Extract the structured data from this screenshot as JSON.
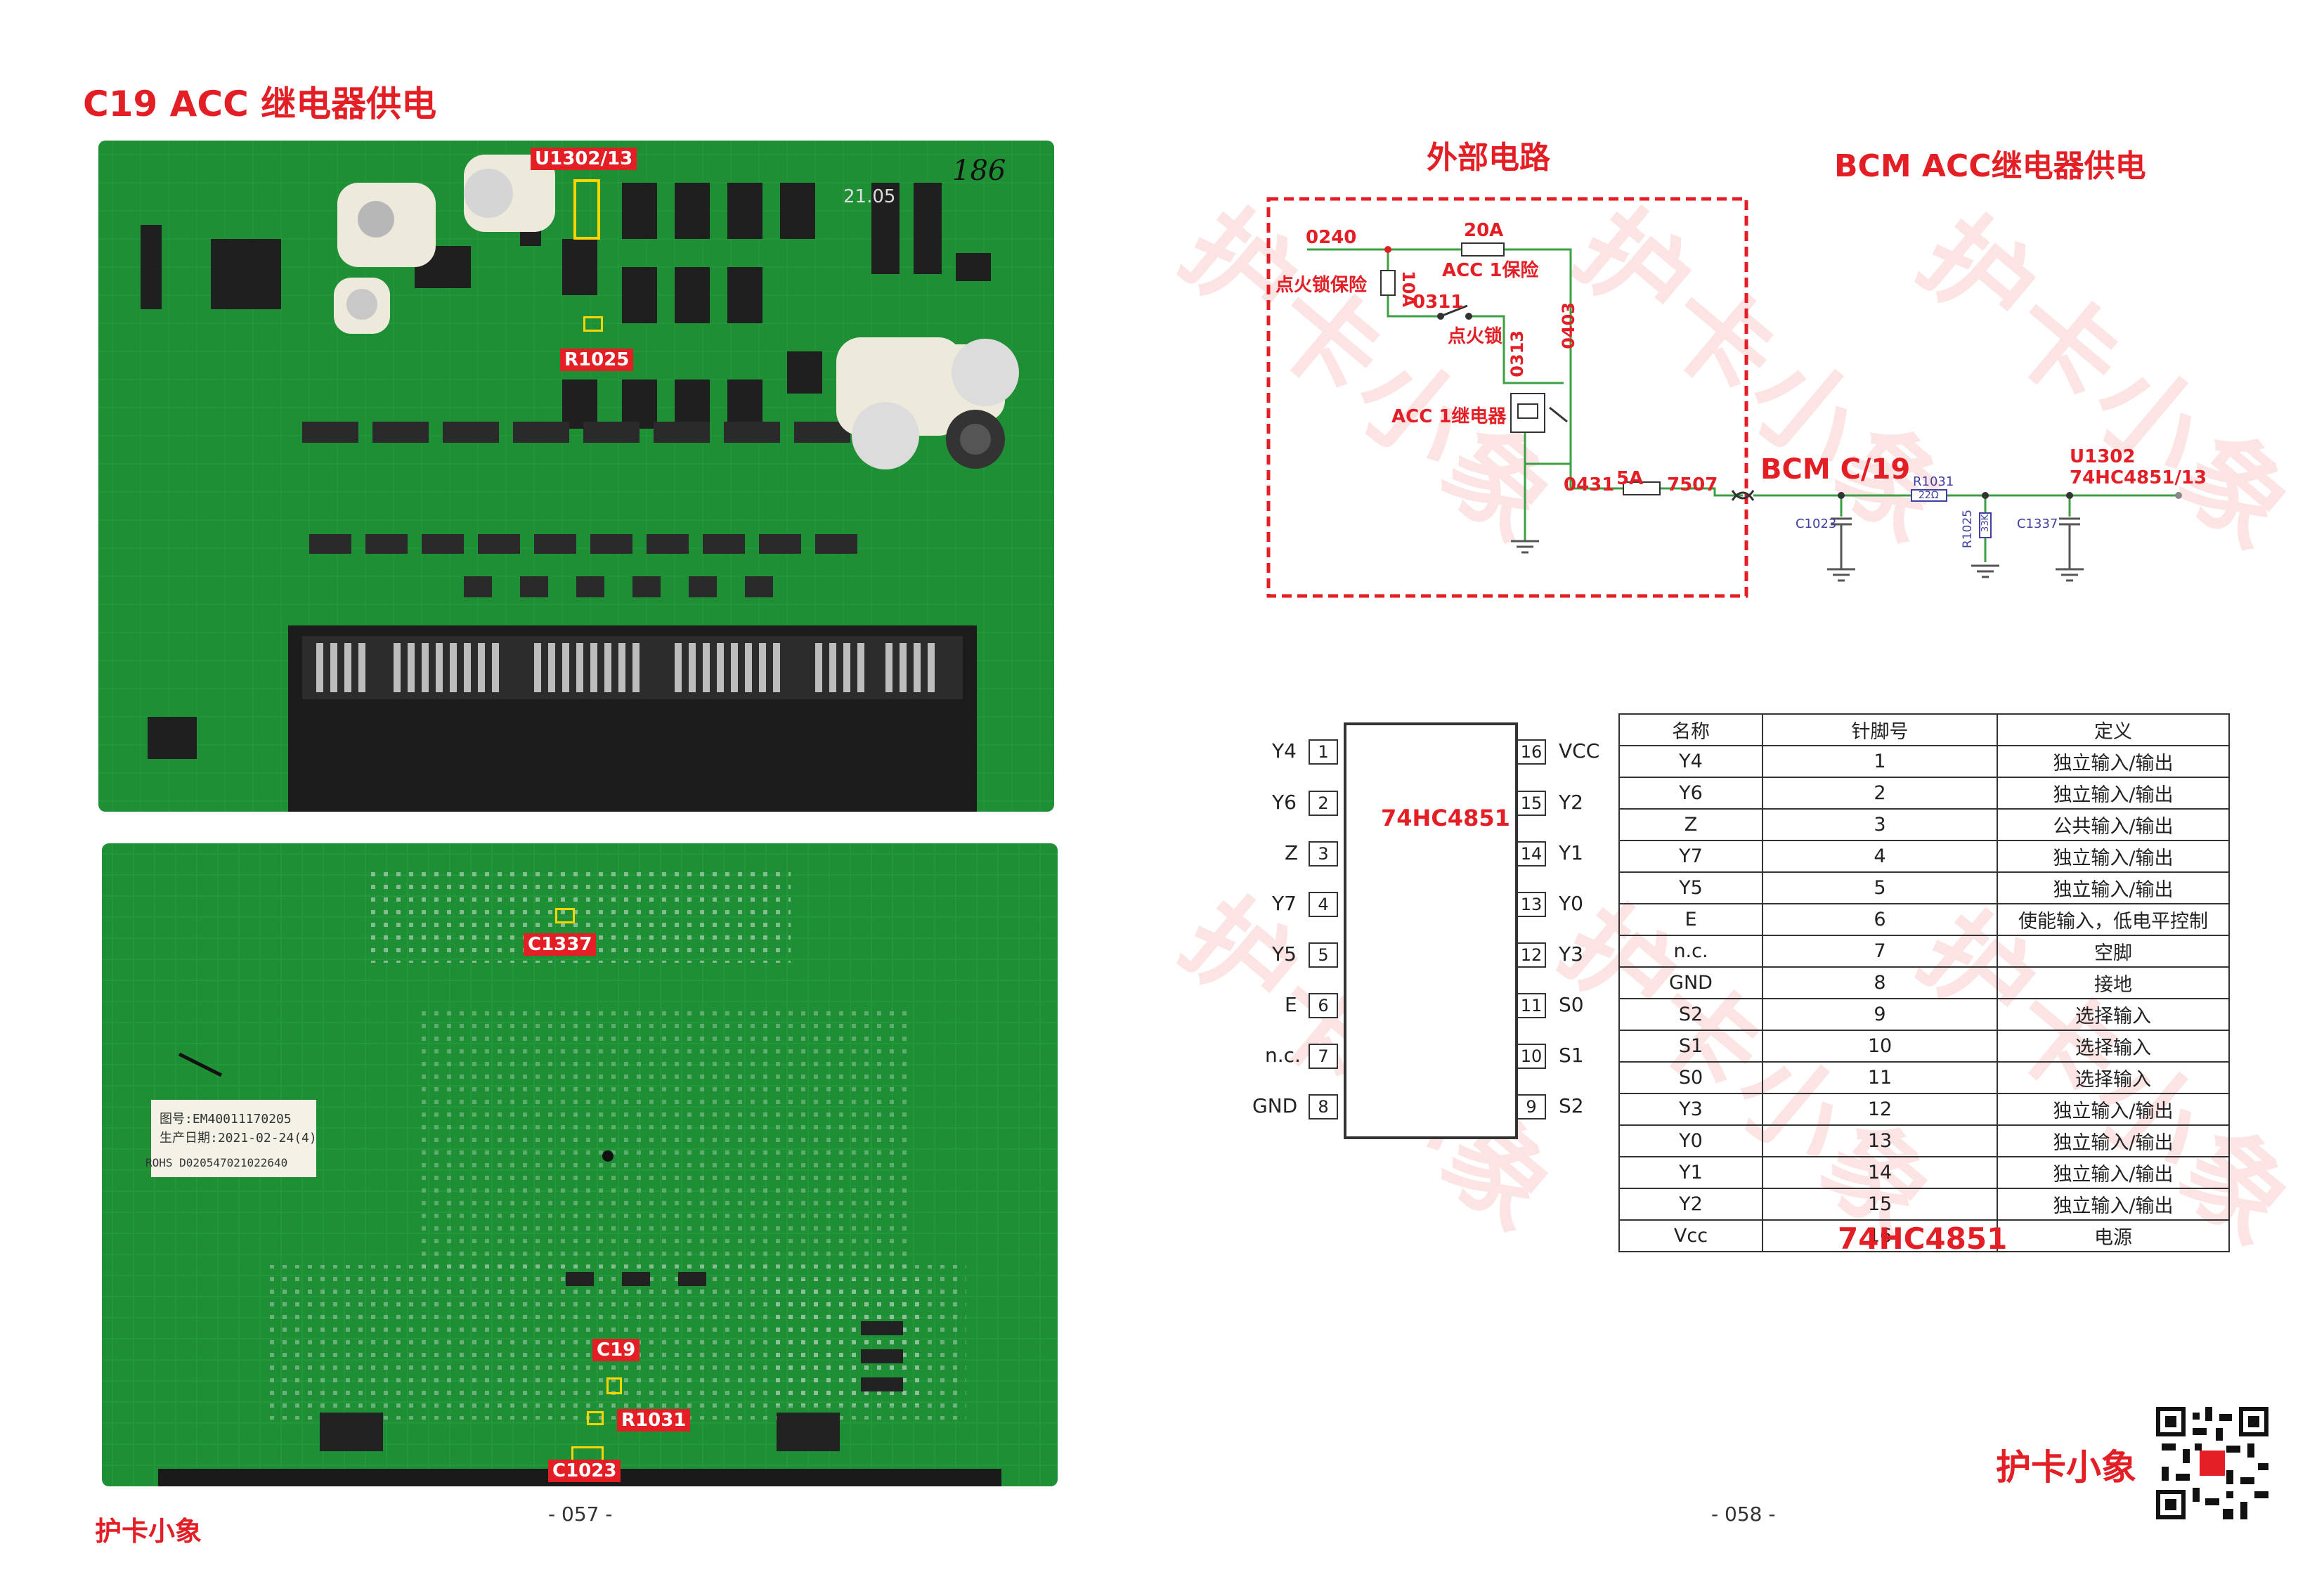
{
  "left_page": {
    "title": "C19 ACC 继电器供电",
    "labels": {
      "u1302": "U1302/13",
      "r1025": "R1025",
      "c1337": "C1337",
      "c19": "C19",
      "r1031": "R1031",
      "c1023": "C1023"
    },
    "board_texts": {
      "handwritten": "186",
      "date": "21.05",
      "sticker_line1": "图号:EM40011170205",
      "sticker_line2": "生产日期:2021-02-24(4)",
      "sticker_line3": "ROHS D020547021022640"
    },
    "brand": "护卡小象",
    "page_number": "- 057 -"
  },
  "right_page": {
    "title_external": "外部电路",
    "title_bcm": "BCM ACC继电器供电",
    "circuit": {
      "w0240": "0240",
      "fuse_20a": "20A",
      "acc_fuse": "ACC 1保险",
      "ign_fuse": "点火锁保险",
      "fuse_10a": "10A",
      "w0311": "0311",
      "w0403": "0403",
      "ign_lock": "点火锁",
      "w0313": "0313",
      "acc_relay": "ACC 1继电器",
      "w0431": "0431",
      "fuse_5a": "5A",
      "w7507": "7507",
      "bcm": "BCM C/19",
      "r1031": "R1031",
      "r1031_val": "22Ω",
      "c1023": "C1023",
      "r1025": "R1025",
      "r1025_val": "33K",
      "c1337": "C1337",
      "u1302": "U1302",
      "u1302_pin": "74HC4851/13"
    },
    "ic": {
      "name": "74HC4851",
      "left_pins": [
        {
          "label": "Y4",
          "num": "1"
        },
        {
          "label": "Y6",
          "num": "2"
        },
        {
          "label": "Z",
          "num": "3"
        },
        {
          "label": "Y7",
          "num": "4"
        },
        {
          "label": "Y5",
          "num": "5"
        },
        {
          "label": "E",
          "num": "6"
        },
        {
          "label": "n.c.",
          "num": "7"
        },
        {
          "label": "GND",
          "num": "8"
        }
      ],
      "right_pins": [
        {
          "label": "VCC",
          "num": "16"
        },
        {
          "label": "Y2",
          "num": "15"
        },
        {
          "label": "Y1",
          "num": "14"
        },
        {
          "label": "Y0",
          "num": "13"
        },
        {
          "label": "Y3",
          "num": "12"
        },
        {
          "label": "S0",
          "num": "11"
        },
        {
          "label": "S1",
          "num": "10"
        },
        {
          "label": "S2",
          "num": "9"
        }
      ]
    },
    "table": {
      "headers": [
        "名称",
        "针脚号",
        "定义"
      ],
      "rows": [
        [
          "Y4",
          "1",
          "独立输入/输出"
        ],
        [
          "Y6",
          "2",
          "独立输入/输出"
        ],
        [
          "Z",
          "3",
          "公共输入/输出"
        ],
        [
          "Y7",
          "4",
          "独立输入/输出"
        ],
        [
          "Y5",
          "5",
          "独立输入/输出"
        ],
        [
          "E",
          "6",
          "使能输入，低电平控制"
        ],
        [
          "n.c.",
          "7",
          "空脚"
        ],
        [
          "GND",
          "8",
          "接地"
        ],
        [
          "S2",
          "9",
          "选择输入"
        ],
        [
          "S1",
          "10",
          "选择输入"
        ],
        [
          "S0",
          "11",
          "选择输入"
        ],
        [
          "Y3",
          "12",
          "独立输入/输出"
        ],
        [
          "Y0",
          "13",
          "独立输入/输出"
        ],
        [
          "Y1",
          "14",
          "独立输入/输出"
        ],
        [
          "Y2",
          "15",
          "独立输入/输出"
        ],
        [
          "Vcc",
          "16",
          "电源"
        ]
      ],
      "overlay_label": "74HC4851"
    },
    "watermark": "护卡小象",
    "brand": "护卡小象",
    "page_number": "- 058 -"
  },
  "colors": {
    "accent": "#e31e24",
    "pcb": "#1e8f34",
    "wire": "#3aa043"
  }
}
